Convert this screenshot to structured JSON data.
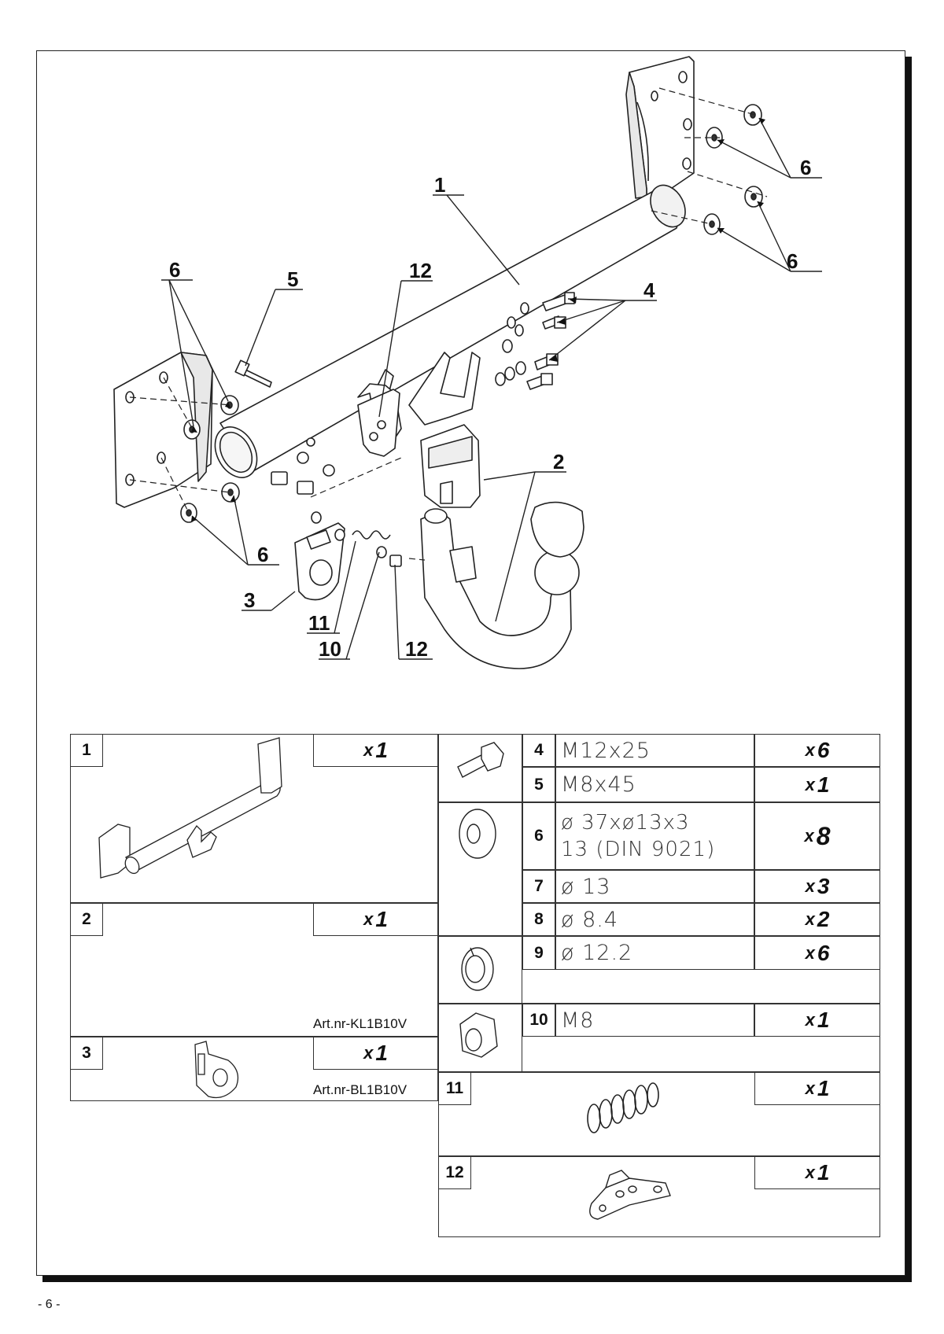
{
  "callouts": {
    "c1": "1",
    "c2": "2",
    "c3": "3",
    "c4": "4",
    "c5": "5",
    "c6a": "6",
    "c6b": "6",
    "c6c": "6",
    "c6d": "6",
    "c10": "10",
    "c11": "11",
    "c12a": "12",
    "c12b": "12"
  },
  "parts_table": {
    "left": [
      {
        "num": "1",
        "qty_prefix": "x",
        "qty": "1",
        "art": ""
      },
      {
        "num": "2",
        "qty_prefix": "x",
        "qty": "1",
        "art": "Art.nr-KL1B10V"
      },
      {
        "num": "3",
        "qty_prefix": "x",
        "qty": "1",
        "art": "Art.nr-BL1B10V"
      }
    ],
    "right": [
      {
        "num": "4",
        "spec_line1": "M12x25",
        "spec_line2": "",
        "qty_prefix": "x",
        "qty": "6"
      },
      {
        "num": "5",
        "spec_line1": "M8x45",
        "spec_line2": "",
        "qty_prefix": "x",
        "qty": "1"
      },
      {
        "num": "6",
        "spec_line1": "ø 37xø13x3",
        "spec_line2": "13  (DIN 9021)",
        "qty_prefix": "x",
        "qty": "8"
      },
      {
        "num": "7",
        "spec_line1": "ø 13",
        "spec_line2": "",
        "qty_prefix": "x",
        "qty": "3"
      },
      {
        "num": "8",
        "spec_line1": "ø 8.4",
        "spec_line2": "",
        "qty_prefix": "x",
        "qty": "2"
      },
      {
        "num": "9",
        "spec_line1": "ø 12.2",
        "spec_line2": "",
        "qty_prefix": "x",
        "qty": "6"
      },
      {
        "num": "10",
        "spec_line1": "M8",
        "spec_line2": "",
        "qty_prefix": "x",
        "qty": "1"
      },
      {
        "num": "11",
        "spec_line1": "",
        "spec_line2": "",
        "qty_prefix": "x",
        "qty": "1"
      },
      {
        "num": "12",
        "spec_line1": "",
        "spec_line2": "",
        "qty_prefix": "x",
        "qty": "1"
      }
    ]
  },
  "footer": {
    "page_number": "- 6 -"
  }
}
